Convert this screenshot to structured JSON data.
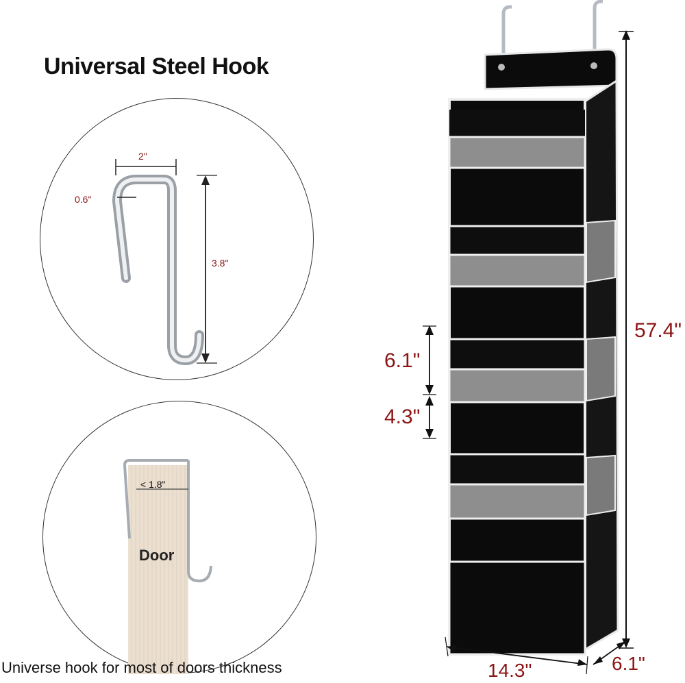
{
  "title": "Universal Steel Hook",
  "caption": "Universe hook for most of doors thickness",
  "hook_dims": {
    "width": "2\"",
    "gap": "0.6\"",
    "height": "3.8\""
  },
  "door": {
    "label": "Door",
    "thickness": "< 1.8\""
  },
  "organizer_dims": {
    "height": "57.4\"",
    "pocket_tall": "6.1\"",
    "pocket_short": "4.3\"",
    "width": "14.3\"",
    "depth": "6.1\""
  },
  "colors": {
    "dimension": "#8b1414",
    "fabric": "#0b0b0b",
    "trim": "#f2f2f2",
    "door": "#e9dccd"
  }
}
